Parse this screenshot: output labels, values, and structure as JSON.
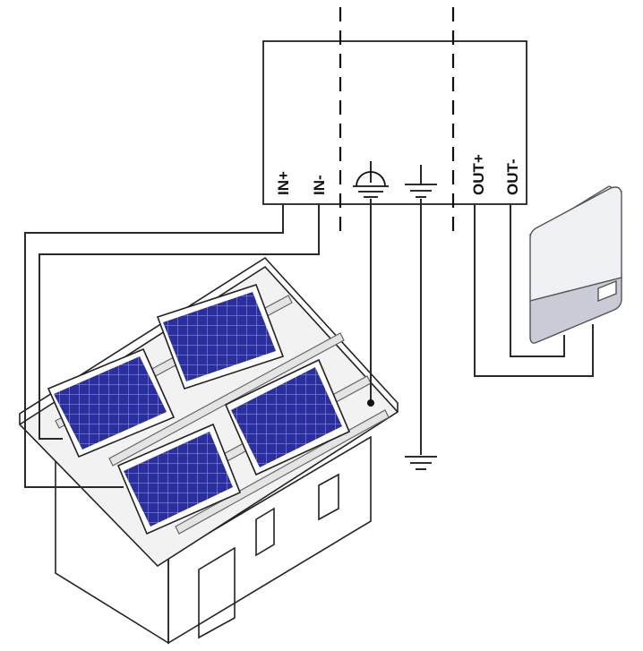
{
  "terminals": {
    "in_plus": "IN+",
    "in_minus": "IN-",
    "out_plus": "OUT+",
    "out_minus": "OUT-"
  },
  "symbols": {
    "protective_earth": "protective-earth-icon",
    "ground": "ground-icon"
  },
  "colors": {
    "panel_cell": "#2b2f9e",
    "panel_grid": "#9aa0e8",
    "inverter_body": "#eef0f4",
    "inverter_base": "#c9ccd6"
  }
}
